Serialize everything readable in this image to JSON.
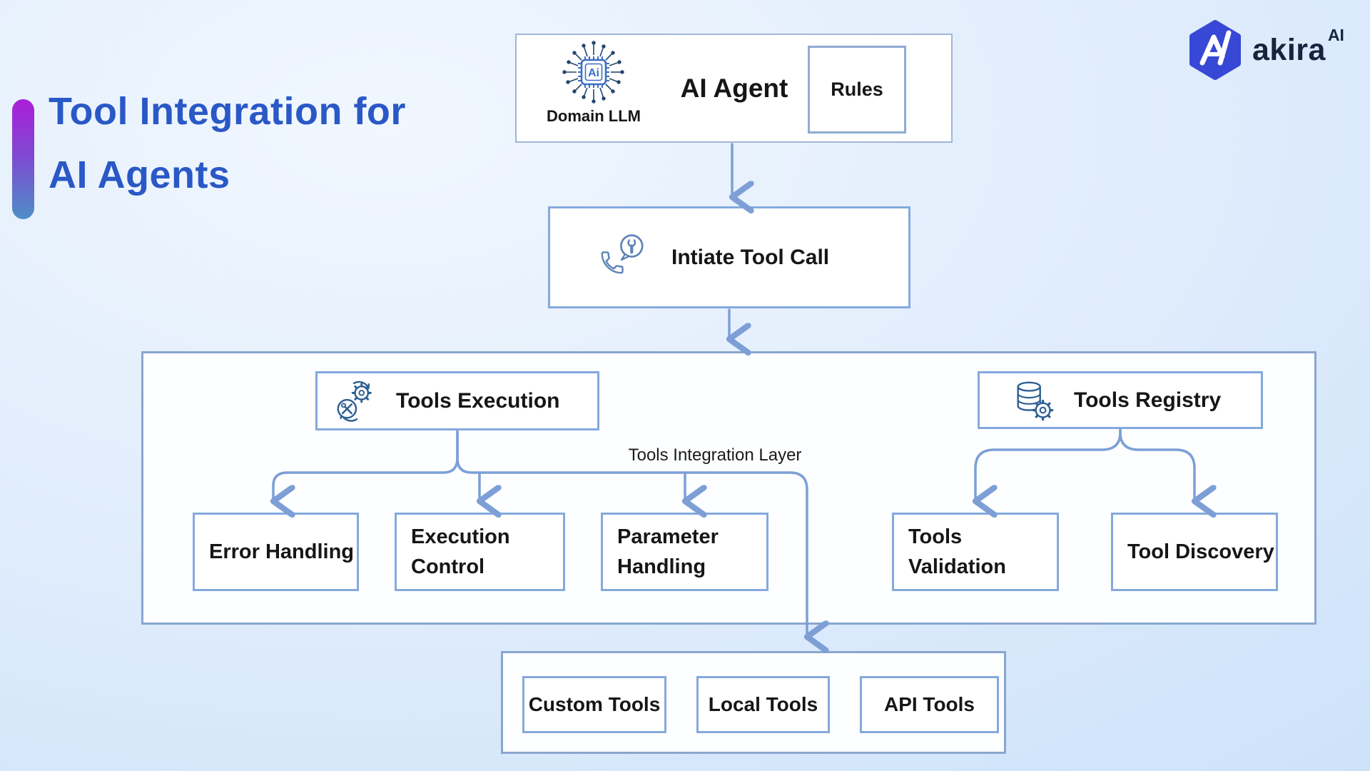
{
  "title": {
    "line1": "Tool Integration for",
    "line2": "AI Agents"
  },
  "brand": {
    "name": "akira",
    "superscript": "AI"
  },
  "colors": {
    "title_text": "#2a58c6",
    "accent_bar_top": "#ab1fd8",
    "accent_bar_bottom": "#4e8fc7",
    "node_border": "#84a9dd",
    "container_border": "#8aa6cf",
    "connector": "#7d9fd6",
    "logo_hexagon": "#3848d6",
    "brand_text": "#16243e",
    "chip_icon_blue": "#3a6fc4",
    "background_light": "#f1f7fe",
    "background_deep": "#c3dcf7",
    "text_primary": "#161616"
  },
  "agent": {
    "label": "AI Agent",
    "llm_caption": "Domain LLM",
    "rules_label": "Rules"
  },
  "initiate": {
    "label": "Intiate Tool Call"
  },
  "layer": {
    "label": "Tools Integration Layer"
  },
  "execution": {
    "label": "Tools Execution",
    "children": [
      {
        "label": "Error Handling"
      },
      {
        "label": "Execution Control"
      },
      {
        "label": "Parameter Handling"
      }
    ]
  },
  "registry": {
    "label": "Tools Registry",
    "children": [
      {
        "label": "Tools Validation"
      },
      {
        "label": "Tool Discovery"
      }
    ]
  },
  "tools": {
    "items": [
      {
        "label": "Custom Tools"
      },
      {
        "label": "Local Tools"
      },
      {
        "label": "API Tools"
      }
    ]
  }
}
